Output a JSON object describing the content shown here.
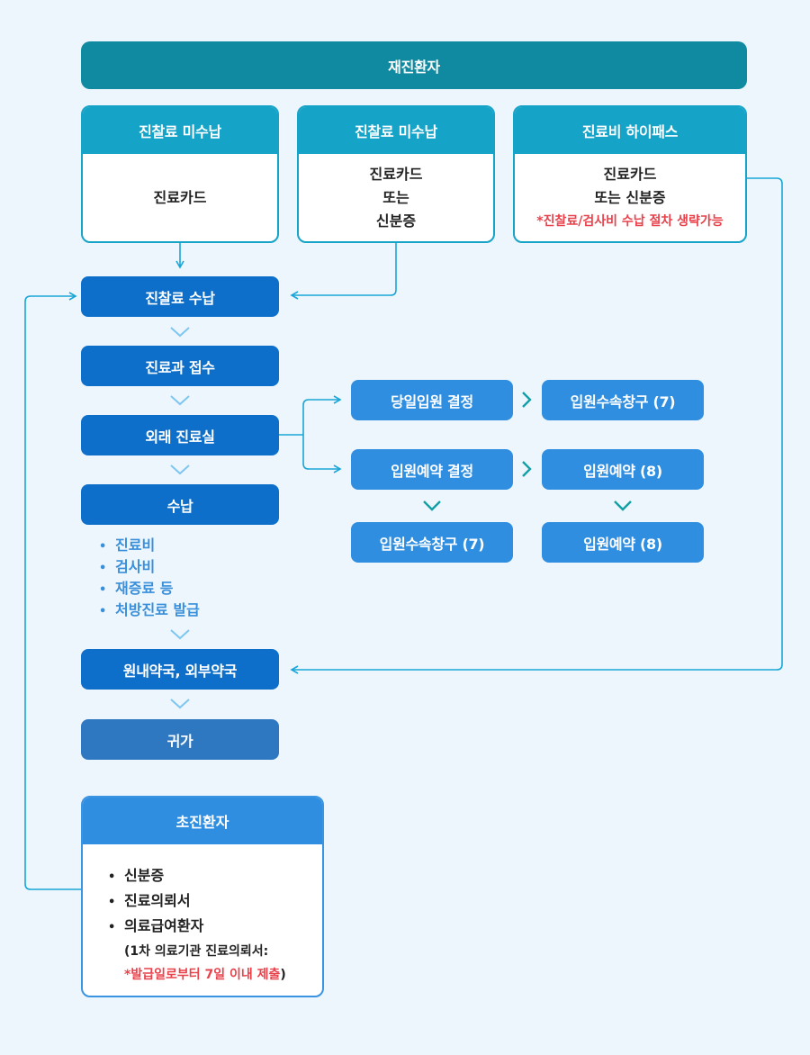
{
  "header": {
    "title": "재진환자"
  },
  "cards": [
    {
      "title": "진찰료 미수납",
      "lines": [
        "진료카드"
      ]
    },
    {
      "title": "진찰료 미수납",
      "lines": [
        "진료카드",
        "또는",
        "신분증"
      ]
    },
    {
      "title": "진료비 하이패스",
      "lines": [
        "진료카드",
        "또는 신분증"
      ],
      "note": "*진찰료/검사비 수납 절차 생략가능"
    }
  ],
  "steps": {
    "pay_exam_fee": "진찰료 수납",
    "reception": "진료과 접수",
    "outpatient": "외래 진료실",
    "payment": "수납",
    "pharmacy": "원내약국, 외부약국",
    "home": "귀가"
  },
  "payment_items": [
    "진료비",
    "검사비",
    "재증료 등",
    "처방진료 발급"
  ],
  "branches": {
    "same_day_admission": "당일입원 결정",
    "admission_desk_1": "입원수속창구 (7)",
    "reservation_decision": "입원예약 결정",
    "reservation_1": "입원예약 (8)",
    "admission_desk_2": "입원수속창구 (7)",
    "reservation_2": "입원예약 (8)"
  },
  "first_visit": {
    "title": "초진환자",
    "items": [
      "신분증",
      "진료의뢰서",
      "의료급여환자"
    ],
    "sub_note": "(1차 의료기관 진료의뢰서:",
    "sub_note_red": "*발급일로부터 7일 이내 제출",
    "sub_note_close": ")"
  },
  "colors": {
    "background": "#eef6fd",
    "header": "#0f8aa0",
    "card_accent": "#15a3c8",
    "step": "#0d6fc9",
    "branch": "#2f8ee0",
    "note_red": "#e8424c",
    "connector": "#1aa6d6"
  }
}
